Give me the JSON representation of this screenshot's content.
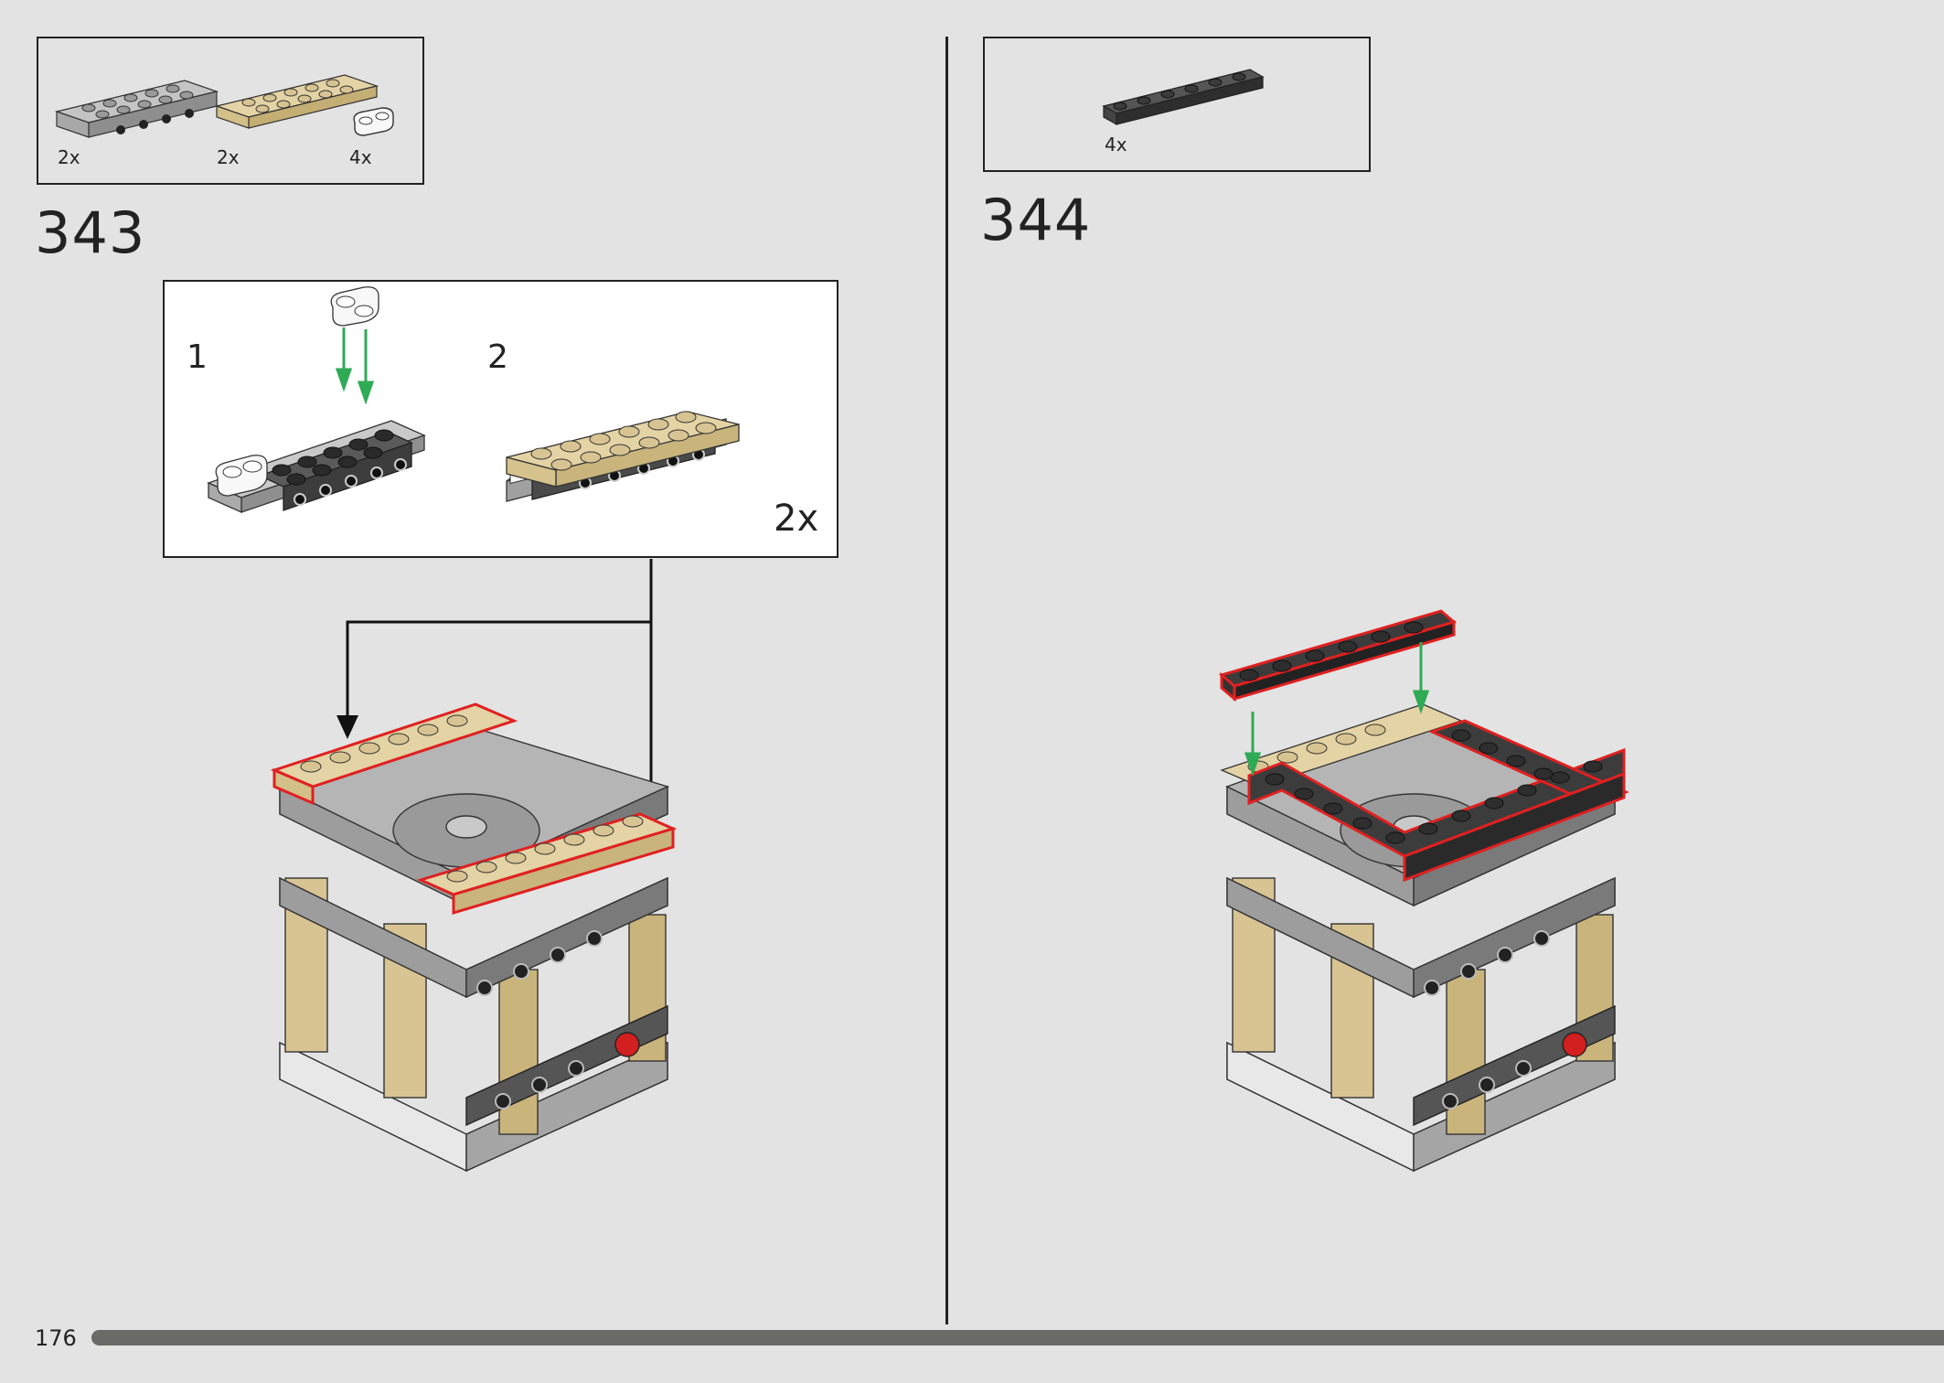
{
  "page": {
    "number": "176",
    "progress": 1.0
  },
  "step_343": {
    "number": "343",
    "parts": [
      {
        "qty": "2x",
        "icon": "dark-gray-2x6-technic-plate-icon",
        "color": "#a0a0a0"
      },
      {
        "qty": "2x",
        "icon": "tan-2x6-plate-icon",
        "color": "#d8c493"
      },
      {
        "qty": "4x",
        "icon": "white-1x2-rounded-plate-icon",
        "color": "#f5f5f5"
      }
    ],
    "callout": {
      "substep1": "1",
      "substep2": "2",
      "multiplier": "2x"
    }
  },
  "step_344": {
    "number": "344",
    "parts": [
      {
        "qty": "4x",
        "icon": "black-1x6-plate-icon",
        "color": "#3a3a3a"
      }
    ]
  },
  "colors": {
    "tan": "#d8c493",
    "black": "#333333",
    "gray": "#9a9a9a",
    "light_gray": "#c9c9c9",
    "white": "#f6f6f6",
    "red_outline": "#e02020",
    "green_arrow": "#2faa55",
    "red_part": "#d21f1f"
  }
}
